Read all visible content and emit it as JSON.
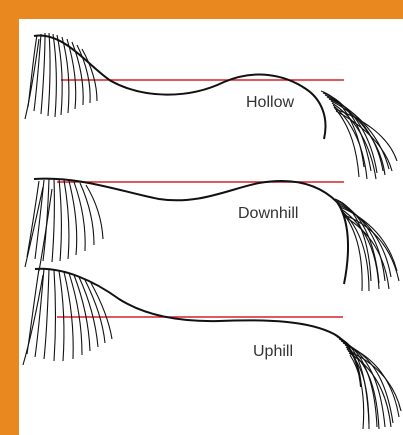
{
  "diagram": {
    "colors": {
      "border": "#E8881E",
      "level_line": "#D9202A",
      "stroke": "#111111",
      "background": "#ffffff"
    },
    "figures": [
      {
        "id": "hollow",
        "label": "Hollow"
      },
      {
        "id": "downhill",
        "label": "Downhill"
      },
      {
        "id": "uphill",
        "label": "Uphill"
      }
    ]
  }
}
